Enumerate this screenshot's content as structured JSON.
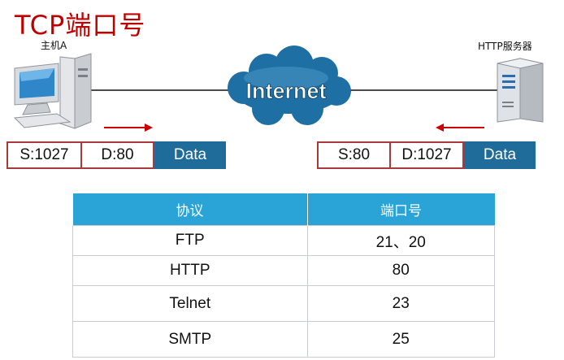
{
  "title": "TCP端口号",
  "host": {
    "label": "主机A"
  },
  "server": {
    "label": "HTTP服务器"
  },
  "cloud": {
    "label": "Internet"
  },
  "packet_left": {
    "src": "S:1027",
    "dst": "D:80",
    "data": "Data"
  },
  "packet_right": {
    "src": "S:80",
    "dst": "D:1027",
    "data": "Data"
  },
  "table": {
    "headers": [
      "协议",
      "端口号"
    ],
    "rows": [
      [
        "FTP",
        "21、20"
      ],
      [
        "HTTP",
        "80"
      ],
      [
        "Telnet",
        "23"
      ],
      [
        "SMTP",
        "25"
      ]
    ]
  },
  "colors": {
    "title": "#c00000",
    "arrow": "#cc0000",
    "packet_border": "#a93a3a",
    "data_block": "#1f6b9a",
    "table_header": "#2aa3d6",
    "cloud": "#1e6fa3"
  }
}
